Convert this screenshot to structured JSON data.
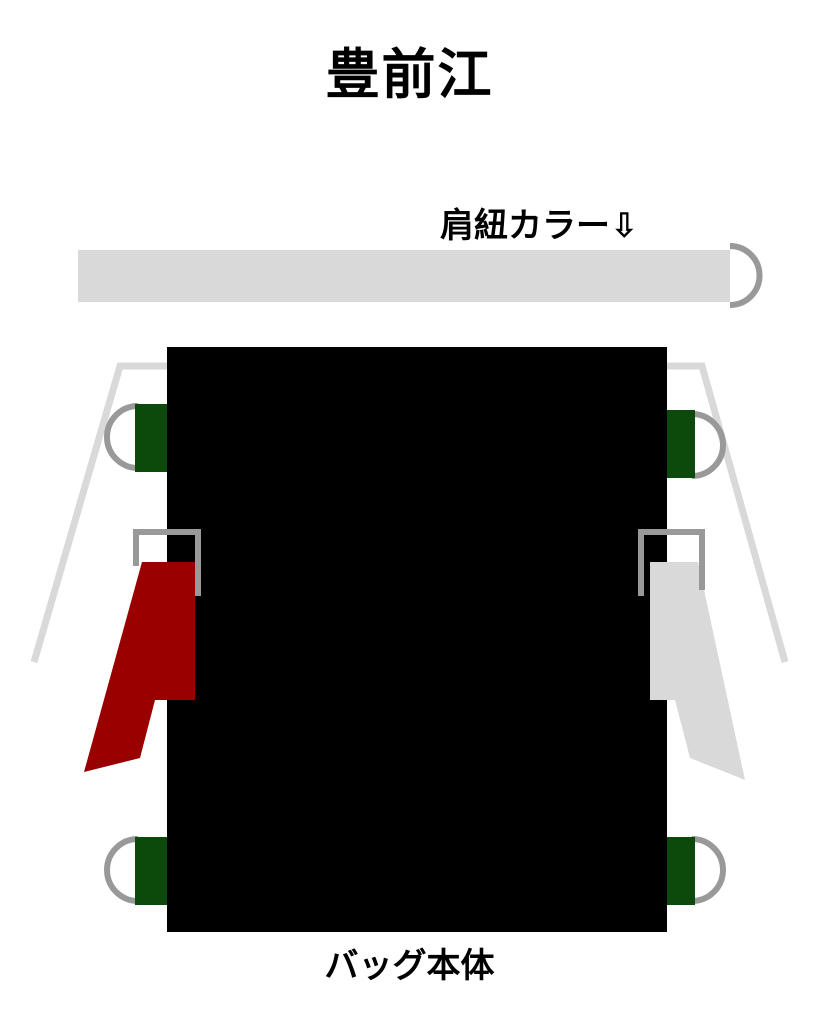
{
  "title": "豊前江",
  "strap_label": "肩紐カラー⇩",
  "bag_label": "バッグ本体",
  "colors": {
    "strap": "#d9d9d9",
    "bag_body": "#000000",
    "ring": "#999999",
    "loop_tab": "#0b4a0b",
    "left_tassel": "#990000",
    "right_tassel": "#d9d9d9"
  }
}
